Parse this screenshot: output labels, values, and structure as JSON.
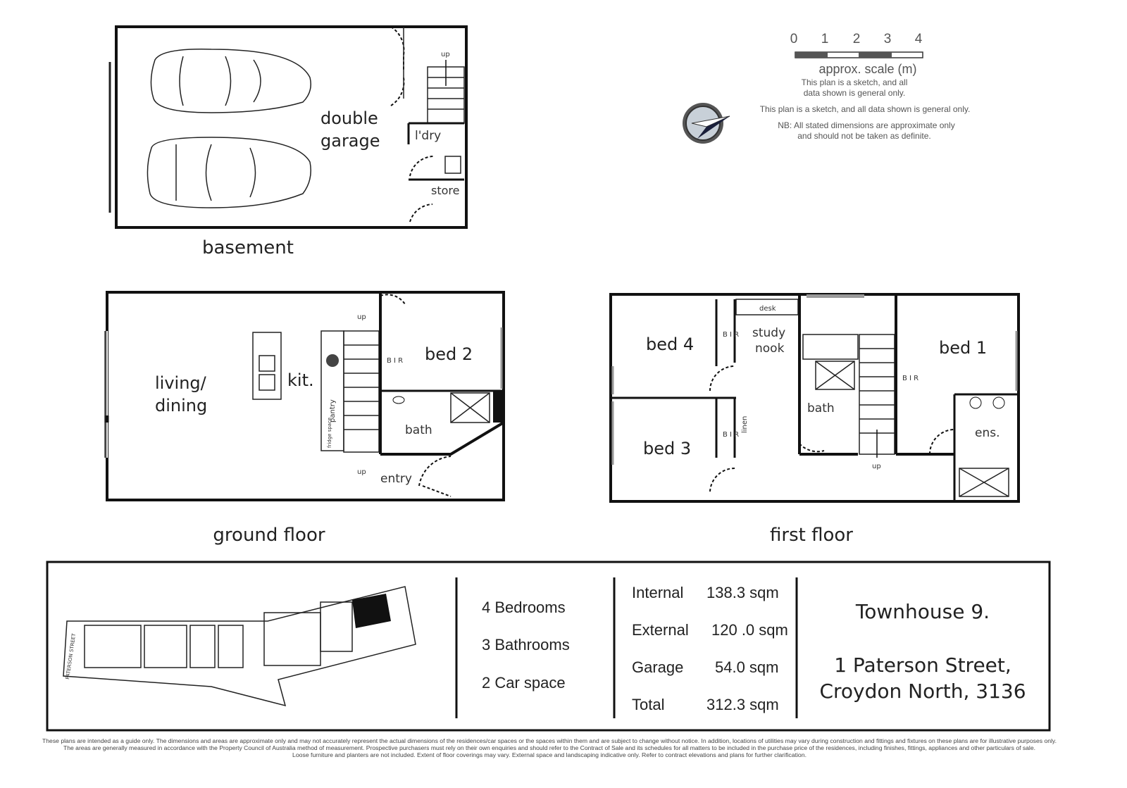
{
  "scale": {
    "ticks": [
      "0",
      "1",
      "2",
      "3",
      "4"
    ],
    "label": "approx. scale (m)",
    "note_short": [
      "This plan is a sketch, and all",
      "data shown is general only."
    ],
    "note_long": "This plan is a sketch, and all data shown is general only.",
    "nb": [
      "NB: All stated dimensions are approximate only",
      "and should not be taken as definite."
    ]
  },
  "compass_icon": "north-arrow-icon",
  "basement": {
    "title": "basement",
    "rooms": {
      "garage_1": "double",
      "garage_2": "garage",
      "laundry": "l'dry",
      "store": "store",
      "stair_up": "up"
    }
  },
  "ground_floor": {
    "title": "ground floor",
    "rooms": {
      "living_1": "living/",
      "living_2": "dining",
      "kitchen": "kit.",
      "bed2": "bed 2",
      "bir": "B I R",
      "bath": "bath",
      "entry": "entry",
      "pantry": "pantry",
      "fridge": "fridge space",
      "up_top": "up",
      "up_bottom": "up"
    }
  },
  "first_floor": {
    "title": "first floor",
    "rooms": {
      "bed4": "bed 4",
      "bed3": "bed 3",
      "bed1": "bed 1",
      "study_1": "study",
      "study_2": "nook",
      "desk": "desk",
      "bath": "bath",
      "ensuite": "ens.",
      "linen": "linen",
      "bir": "B I R",
      "up": "up"
    }
  },
  "site_plan": {
    "street": "PATERSON STREET"
  },
  "features": [
    "4 Bedrooms",
    "3 Bathrooms",
    "2 Car space"
  ],
  "areas": [
    {
      "label": "Internal",
      "value": "138.3 sqm"
    },
    {
      "label": "External",
      "value": "120 .0 sqm"
    },
    {
      "label": "Garage",
      "value": "54.0 sqm"
    },
    {
      "label": "Total",
      "value": "312.3 sqm"
    }
  ],
  "property": {
    "name": "Townhouse 9.",
    "address_1": "1 Paterson Street,",
    "address_2": "Croydon North, 3136"
  },
  "disclaimer": [
    "These plans are intended as a guide only. The dimensions and areas are approximate only and may not accurately represent the actual dimensions of the residences/car spaces or the spaces within them and are subject to change without notice. In addition, locations of utilities may vary during construction and fittings and fixtures on these plans are for illustrative purposes only.",
    "The areas are generally measured in accordance with the Property Council of Australia method of measurement. Prospective purchasers must rely on their own enquiries and should refer to the Contract of Sale and its schedules for all matters to be included in the purchase price of the residences, including finishes, fittings, appliances and other particulars of sale.",
    "Loose furniture and planters are not included. Extent of floor coverings may vary. External space and landscaping indicative only. Refer to contract elevations and plans for further clarification."
  ]
}
